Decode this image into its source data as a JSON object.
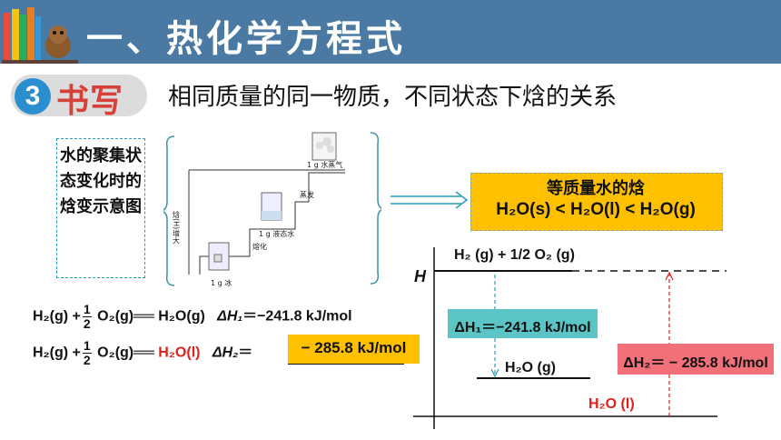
{
  "header": {
    "title": "一、热化学方程式"
  },
  "section": {
    "number": "3",
    "label": "书写",
    "subtitle": "相同质量的同一物质，不同状态下焓的关系"
  },
  "left_box": {
    "text": "水的聚集状态变化时的焓变示意图"
  },
  "diagram": {
    "axis_label": "焓(H)增大",
    "steps": [
      {
        "label": "1 g 冰"
      },
      {
        "label": "1 g 液态水"
      },
      {
        "label": "1 g 水蒸气"
      }
    ],
    "transitions": [
      "熔化",
      "蒸发"
    ]
  },
  "enthalpy_box": {
    "title": "等质量水的焓",
    "formula": "H₂O(s) < H₂O(l) < H₂O(g)"
  },
  "equations": [
    {
      "lhs1": "H₂(g) +",
      "frac_num": "1",
      "frac_den": "2",
      "lhs2": "O₂(g)",
      "arrow": "══",
      "product": "H₂O(g)",
      "dh_label": "ΔH₁",
      "dh_value": "＝−241.8 kJ/mol"
    },
    {
      "lhs1": "H₂(g) +",
      "frac_num": "1",
      "frac_den": "2",
      "lhs2": "O₂(g)",
      "arrow": "══",
      "product": "H₂O(l)",
      "dh_label": "ΔH₂",
      "dh_value": "＝",
      "answer": "− 285.8 kJ/mol"
    }
  ],
  "energy_diagram": {
    "axis": "H",
    "top_level": "H₂ (g) +   1/2 O₂ (g)",
    "dh1": "ΔH₁＝−241.8 kJ/mol",
    "mid_level": "H₂O (g)",
    "dh2": "ΔH₂＝ − 285.8 kJ/mol",
    "low_level": "H₂O (l)",
    "colors": {
      "dh1_box": "#5bc5c5",
      "dh2_box": "#f2707a",
      "answer_box": "#ffc000",
      "header": "#4a7aa3"
    }
  }
}
